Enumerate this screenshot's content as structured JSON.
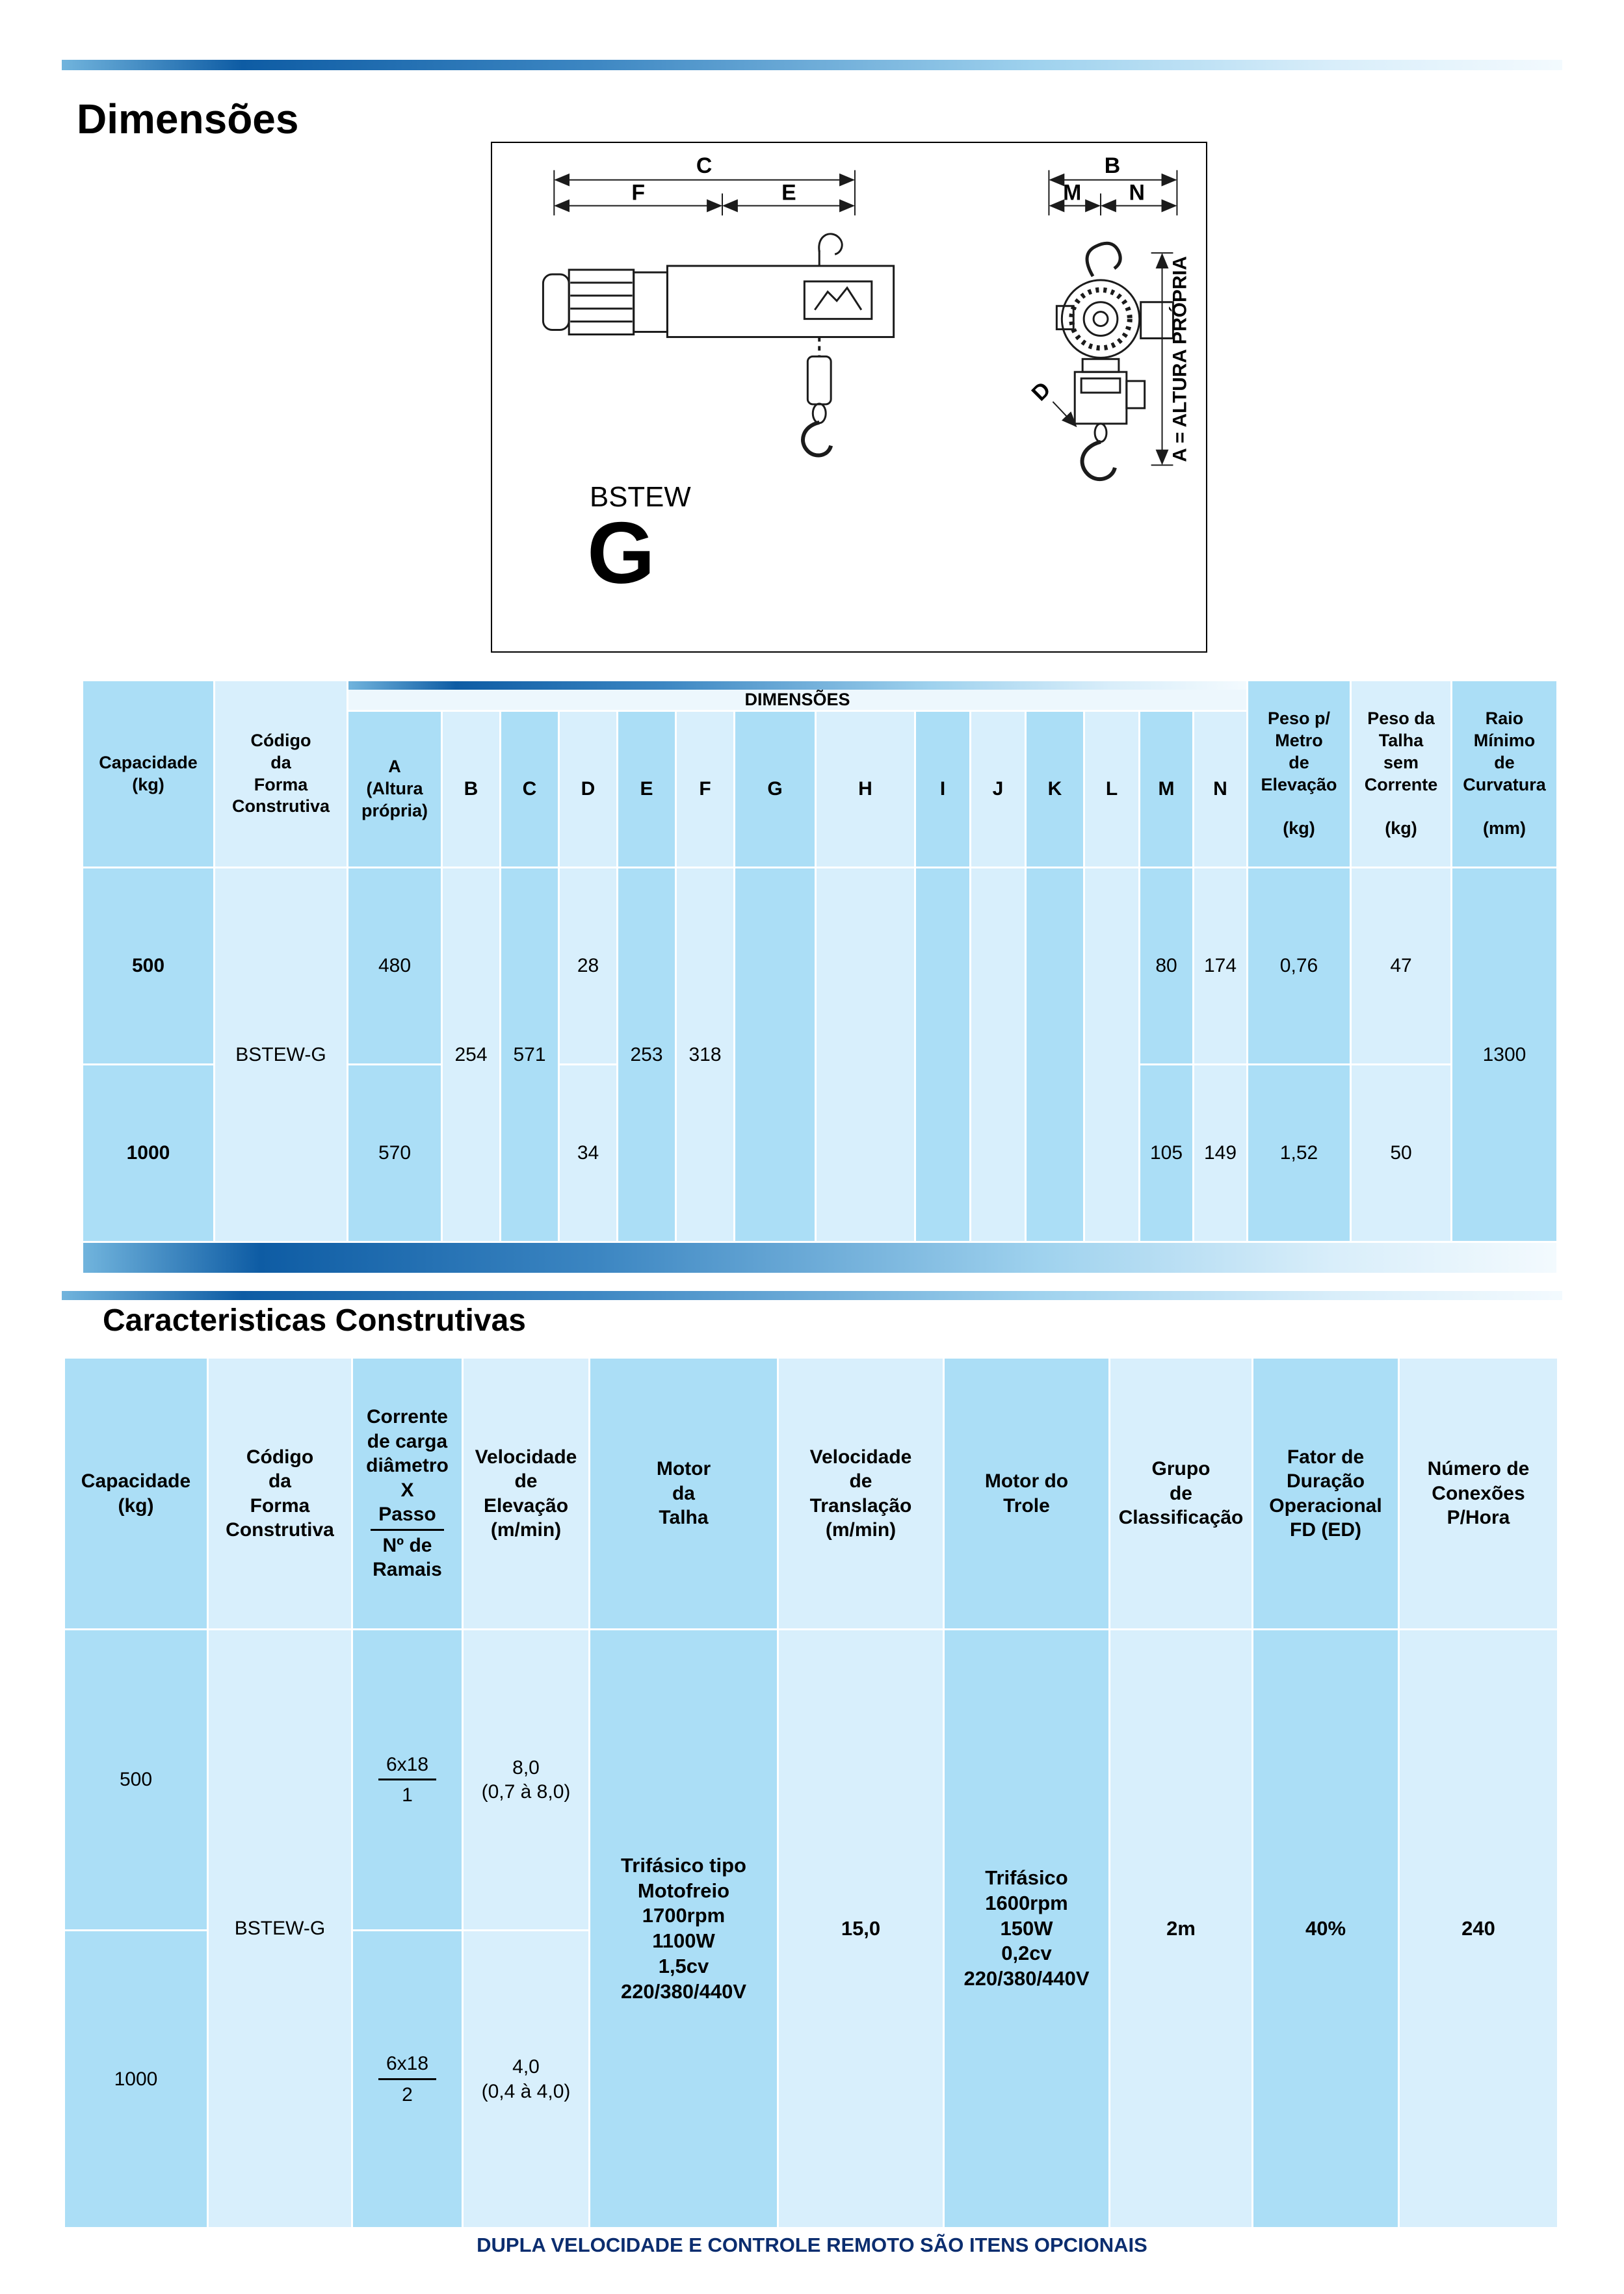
{
  "page": {
    "title": "Dimensões",
    "section2_title": "Caracteristicas Construtivas",
    "footer_note": "DUPLA VELOCIDADE E CONTROLE REMOTO SÃO ITENS OPCIONAIS"
  },
  "colors": {
    "column_medium": "#abdef6",
    "column_pale": "#d8effc",
    "gradient_dark": "#0e5ca4",
    "note_text": "#0b2d6f"
  },
  "diagram": {
    "model": "BSTEW",
    "model_letter": "G",
    "labels": {
      "c": "C",
      "f": "F",
      "e": "E",
      "b": "B",
      "m": "M",
      "n": "N",
      "d": "D",
      "altura": "A = ALTURA PRÓPRIA"
    }
  },
  "dim_table": {
    "group_header": "DIMENSÕES",
    "headers": {
      "capacidade": "Capacidade\n(kg)",
      "codigo": "Código\nda\nForma\nConstrutiva",
      "a": "A\n(Altura\nprópria)",
      "b": "B",
      "c": "C",
      "d": "D",
      "e": "E",
      "f": "F",
      "g": "G",
      "h": "H",
      "i": "I",
      "j": "J",
      "k": "K",
      "l": "L",
      "m": "M",
      "n": "N",
      "peso_metro": "Peso p/\nMetro\nde\nElevação\n\n(kg)",
      "peso_talha": "Peso da\nTalha\nsem\nCorrente\n\n(kg)",
      "raio": "Raio\nMínimo\nde\nCurvatura\n\n(mm)"
    },
    "rows": [
      {
        "capacidade": "500",
        "a": "480",
        "d": "28",
        "m": "80",
        "n": "174",
        "peso_metro": "0,76",
        "peso_talha": "47"
      },
      {
        "capacidade": "1000",
        "a": "570",
        "d": "34",
        "m": "105",
        "n": "149",
        "peso_metro": "1,52",
        "peso_talha": "50"
      }
    ],
    "merged": {
      "codigo": "BSTEW-G",
      "b": "254",
      "c": "571",
      "e": "253",
      "f": "318",
      "raio": "1300"
    }
  },
  "char_table": {
    "headers": {
      "capacidade": "Capacidade\n(kg)",
      "codigo": "Código\nda\nForma\nConstrutiva",
      "corrente_top": "Corrente\nde carga\ndiâmetro\nX",
      "corrente_passo": "Passo",
      "corrente_bottom": "Nº de\nRamais",
      "vel_elev": "Velocidade\nde\nElevação\n(m/min)",
      "motor_talha": "Motor\nda\nTalha",
      "vel_trans": "Velocidade\nde\nTranslação\n(m/min)",
      "motor_trole": "Motor do\nTrole",
      "grupo": "Grupo\nde\nClassificação",
      "fator": "Fator de\nDuração\nOperacional\nFD (ED)",
      "conexoes": "Número de\nConexões\nP/Hora"
    },
    "rows": [
      {
        "capacidade": "500",
        "corrente_num": "6x18",
        "corrente_den": "1",
        "vel_elev": "8,0\n(0,7 à 8,0)"
      },
      {
        "capacidade": "1000",
        "corrente_num": "6x18",
        "corrente_den": "2",
        "vel_elev": "4,0\n(0,4 à 4,0)"
      }
    ],
    "merged": {
      "codigo": "BSTEW-G",
      "motor_talha": "Trifásico tipo\nMotofreio\n1700rpm\n1100W\n1,5cv\n220/380/440V",
      "vel_trans": "15,0",
      "motor_trole": "Trifásico\n1600rpm\n150W\n0,2cv\n220/380/440V",
      "grupo": "2m",
      "fator": "40%",
      "conexoes": "240"
    }
  }
}
